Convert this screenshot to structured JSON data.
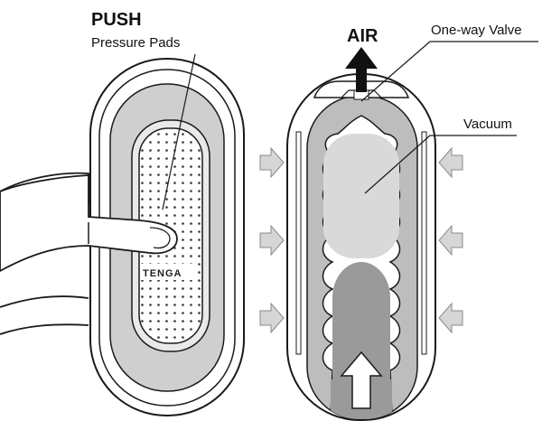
{
  "labels": {
    "push": "PUSH",
    "pressure_pads": "Pressure Pads",
    "air": "AIR",
    "one_way_valve": "One-way Valve",
    "vacuum": "Vacuum",
    "brand": "TENGA"
  },
  "colors": {
    "outline": "#1a1a1a",
    "device_gray": "#cfcfcf",
    "sleeve_gray": "#bdbdbd",
    "vacuum_gray": "#d9d9d9",
    "dark_chamber": "#9a9a9a",
    "arrow_gray": "#d6d6d6",
    "pad_fill": "#ffffff",
    "dot": "#333333"
  },
  "icons": [
    "squeeze-arrow-icon",
    "air-up-arrow-icon",
    "hand-icon"
  ]
}
